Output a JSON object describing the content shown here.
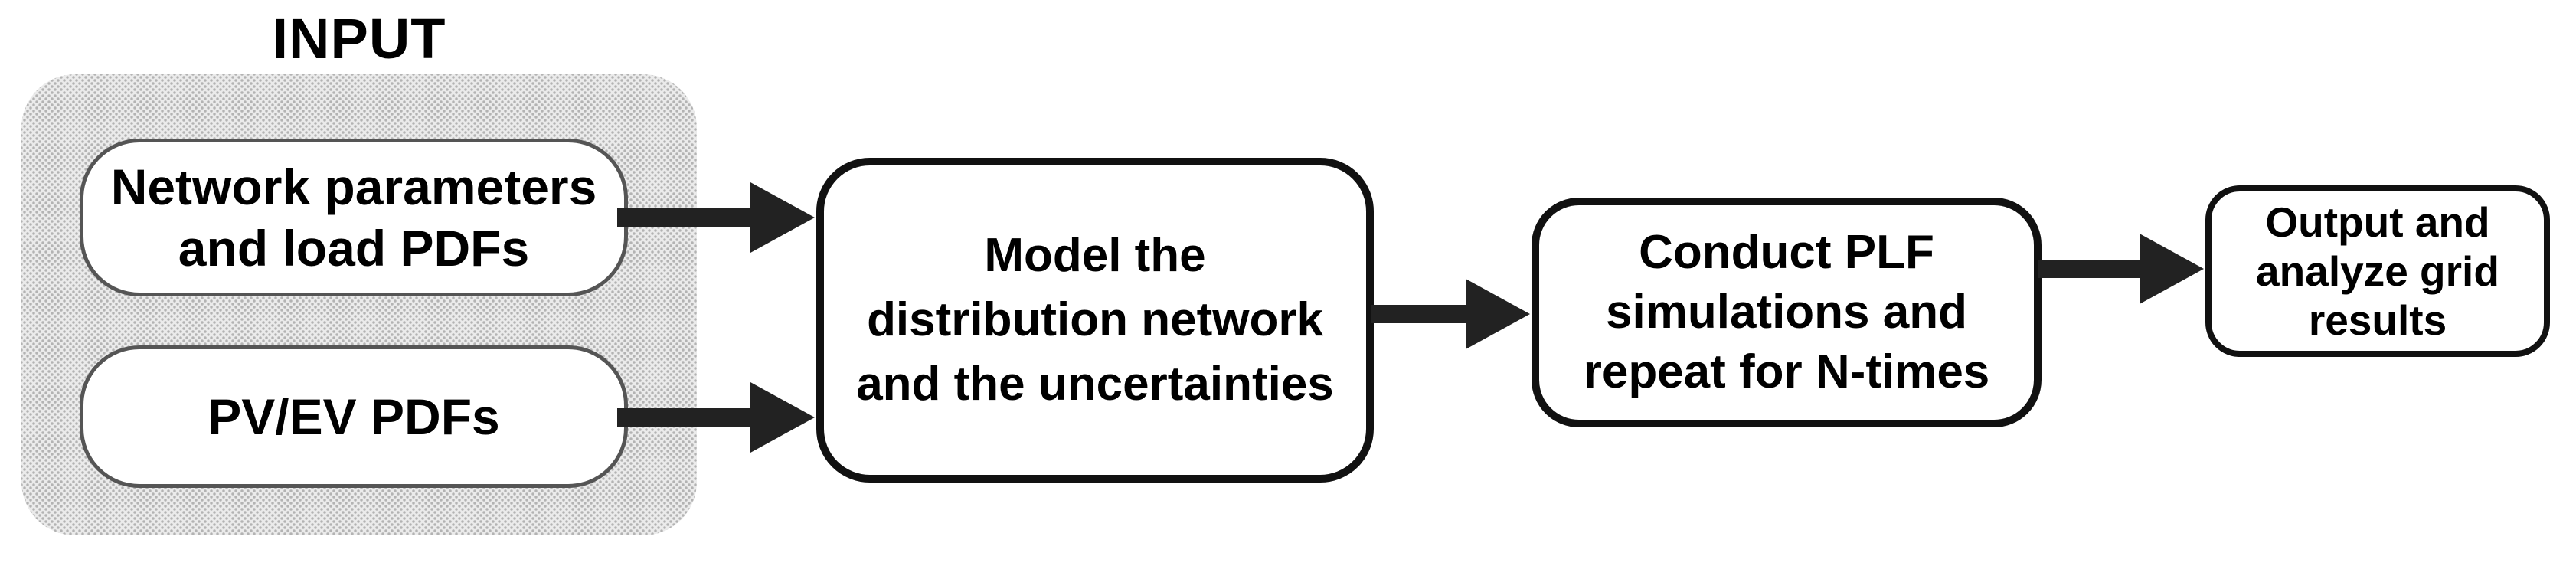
{
  "input_group": {
    "label": "INPUT",
    "nodes": [
      {
        "id": "network-parameters",
        "lines": [
          "Network parameters",
          "and load PDFs"
        ]
      },
      {
        "id": "pv-ev-pdfs",
        "lines": [
          "PV/EV PDFs"
        ]
      }
    ]
  },
  "process_nodes": [
    {
      "id": "model-distribution",
      "lines": [
        "Model the",
        "distribution network",
        "and the uncertainties"
      ]
    },
    {
      "id": "conduct-plf",
      "lines": [
        "Conduct PLF",
        "simulations and",
        "repeat for N-times"
      ]
    },
    {
      "id": "output-results",
      "lines": [
        "Output and",
        "analyze grid",
        "results"
      ]
    }
  ],
  "edges": [
    {
      "from": "network-parameters",
      "to": "model-distribution"
    },
    {
      "from": "pv-ev-pdfs",
      "to": "model-distribution"
    },
    {
      "from": "model-distribution",
      "to": "conduct-plf"
    },
    {
      "from": "conduct-plf",
      "to": "output-results"
    }
  ],
  "colors": {
    "background": "#ffffff",
    "text": "#000000",
    "arrow": "#222222",
    "process_box_border": "#111111",
    "input_box_border": "#555555",
    "input_group_fill_base": "#ebebeb",
    "input_group_fill_dots": "#b3b3b3"
  }
}
